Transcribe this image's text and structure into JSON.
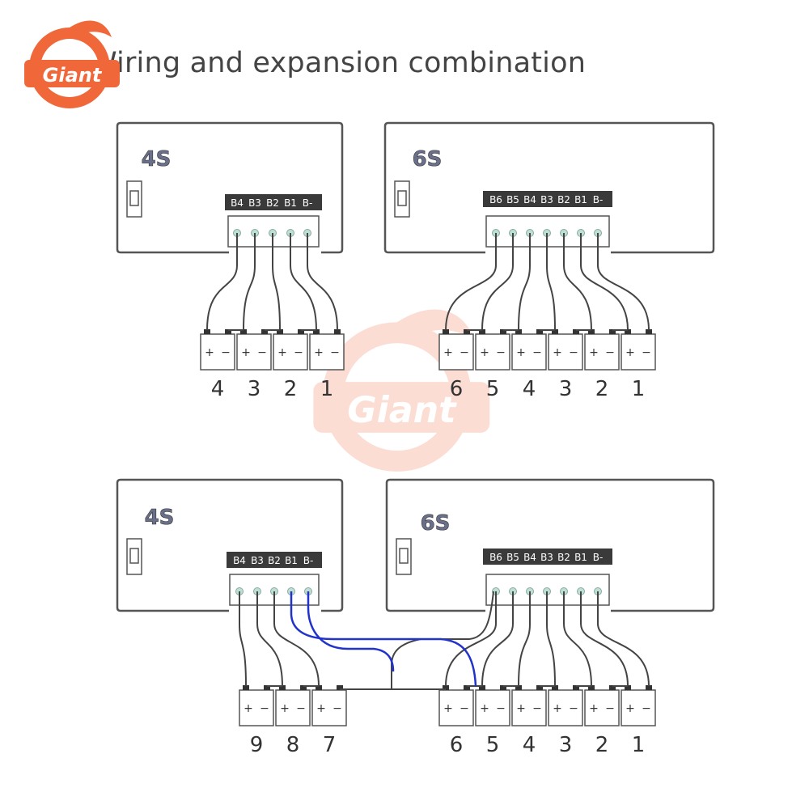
{
  "title": "Wiring and expansion combination",
  "logo": {
    "text": "Giant",
    "color": "#e85a2a"
  },
  "colors": {
    "line": "#555555",
    "wire": "#444444",
    "blue_wire": "#2233cc",
    "pad": "#bfe0cf",
    "label_bg": "#3a3a3a"
  },
  "diagrams": {
    "top": {
      "board_4s": {
        "label": "4S",
        "pins": [
          "B4",
          "B3",
          "B2",
          "B1",
          "B-"
        ],
        "cell_numbers": [
          "4",
          "3",
          "2",
          "1"
        ]
      },
      "board_6s": {
        "label": "6S",
        "pins": [
          "B6",
          "B5",
          "B4",
          "B3",
          "B2",
          "B1",
          "B-"
        ],
        "cell_numbers": [
          "6",
          "5",
          "4",
          "3",
          "2",
          "1"
        ]
      }
    },
    "bottom": {
      "board_4s": {
        "label": "4S",
        "pins": [
          "B4",
          "B3",
          "B2",
          "B1",
          "B-"
        ],
        "cell_numbers": [
          "9",
          "8",
          "7"
        ]
      },
      "board_6s": {
        "label": "6S",
        "pins": [
          "B6",
          "B5",
          "B4",
          "B3",
          "B2",
          "B1",
          "B-"
        ],
        "cell_numbers": [
          "6",
          "5",
          "4",
          "3",
          "2",
          "1"
        ]
      }
    }
  },
  "cell_terminals": {
    "plus": "+",
    "minus": "−"
  }
}
